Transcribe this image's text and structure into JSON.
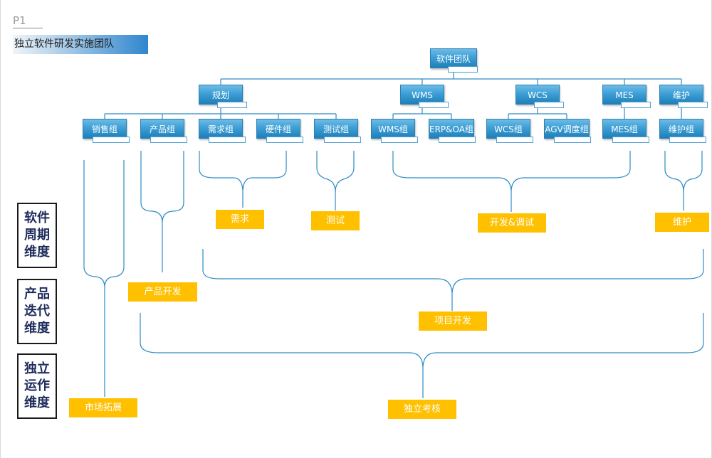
{
  "page": {
    "label": "P1",
    "title": "独立软件研发实施团队"
  },
  "colors": {
    "node_blue": "#3d9fd6",
    "label_orange": "#ffc000",
    "connector": "#2d8bc6",
    "dimension_text": "#1f2d5c"
  },
  "org": {
    "root": "软件团队",
    "departments": [
      "规划",
      "WMS",
      "WCS",
      "MES",
      "维护"
    ],
    "groups": [
      "销售组",
      "产品组",
      "需求组",
      "硬件组",
      "测试组",
      "WMS组",
      "ERP&OA组",
      "WCS组",
      "AGV调度组",
      "MES组",
      "维护组"
    ]
  },
  "phases": {
    "requirements": "需求",
    "testing": "测试",
    "dev_debug": "开发&调试",
    "maintenance": "维护",
    "product_dev": "产品开发",
    "project_dev": "项目开发",
    "market": "市场拓展",
    "independent_eval": "独立考核"
  },
  "dimensions": {
    "software_cycle": "软件周期维度",
    "product_iteration": "产品迭代维度",
    "independent_operation": "独立运作维度"
  }
}
